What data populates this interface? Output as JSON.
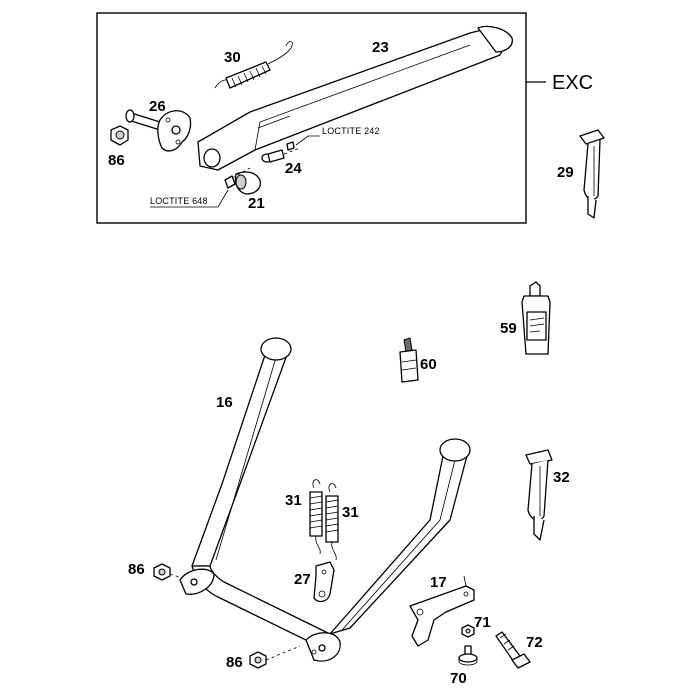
{
  "model_label": "EXC",
  "callouts": {
    "p30": "30",
    "p23": "23",
    "p26": "26",
    "p86a": "86",
    "p24": "24",
    "p21": "21",
    "p29": "29",
    "p59": "59",
    "p60": "60",
    "p16": "16",
    "p32": "32",
    "p31a": "31",
    "p31b": "31",
    "p27": "27",
    "p17": "17",
    "p86b": "86",
    "p71": "71",
    "p72": "72",
    "p86c": "86",
    "p70": "70"
  },
  "annotations": {
    "loctite_242": "LOCTITE 242",
    "loctite_648": "LOCTITE 648"
  }
}
